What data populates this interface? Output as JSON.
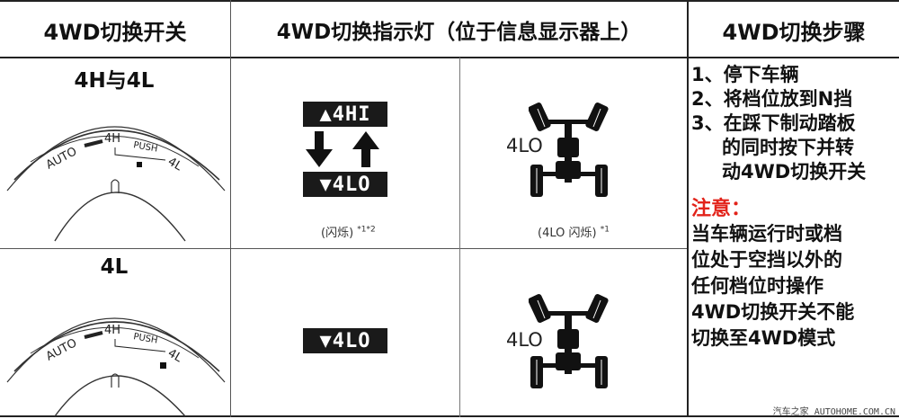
{
  "headers": {
    "col1": "4WD切换开关",
    "col2": "4WD切换指示灯（位于信息显示器上）",
    "col3": "4WD切换步骤"
  },
  "row1": {
    "label": "4H与4L",
    "dial": {
      "auto": "AUTO",
      "h": "4H",
      "push": "PUSH",
      "l": "4L"
    },
    "badge_top": "▲4HI",
    "badge_bottom": "▼4LO",
    "caption_left": "(闪烁)",
    "caption_left_sup": "*1*2",
    "drive_label": "4LO",
    "caption_right": "(4LO 闪烁)",
    "caption_right_sup": "*1"
  },
  "row2": {
    "label": "4L",
    "dial": {
      "auto": "AUTO",
      "h": "4H",
      "push": "PUSH",
      "l": "4L"
    },
    "badge": "▼4LO",
    "drive_label": "4LO"
  },
  "steps": [
    {
      "num": "1、",
      "lines": [
        "停下车辆"
      ]
    },
    {
      "num": "2、",
      "lines": [
        "将档位放到N挡"
      ]
    },
    {
      "num": "3、",
      "lines": [
        "在踩下制动踏板",
        "的同时按下并转",
        "动4WD切换开关"
      ]
    }
  ],
  "note": {
    "title": "注意：",
    "lines": [
      "当车辆运行时或档",
      "位处于空挡以外的",
      "任何档位时操作",
      "4WD切换开关不能",
      "切换至4WD模式"
    ]
  },
  "watermark": "汽车之家 AUTOHOME.COM.CN"
}
